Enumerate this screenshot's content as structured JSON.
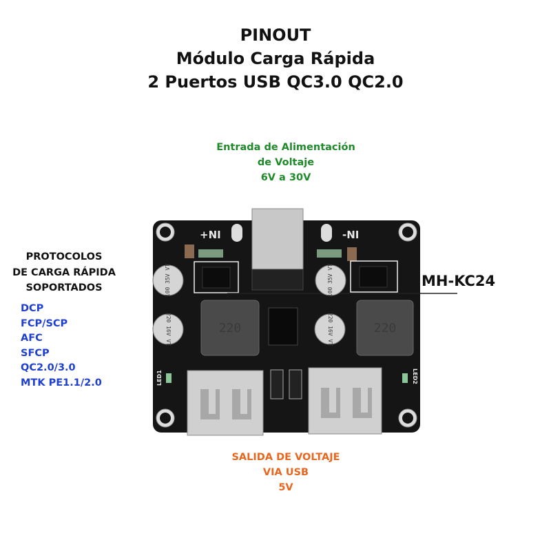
{
  "title": {
    "line1": "PINOUT",
    "line2": "Módulo Carga Rápida",
    "line3": "2 Puertos USB QC3.0 QC2.0"
  },
  "input": {
    "line1": "Entrada de Alimentación",
    "line2": "de Voltaje",
    "line3": "6V a 30V"
  },
  "protocols": {
    "heading": [
      "PROTOCOLOS",
      "DE CARGA RÁPIDA",
      "SOPORTADOS"
    ],
    "items": [
      "DCP",
      "FCP/SCP",
      "AFC",
      "SFCP",
      "QC2.0/3.0",
      "MTK PE1.1/2.0"
    ]
  },
  "output": {
    "line1": "SALIDA DE VOLTAJE",
    "line2": "VIA USB",
    "line3": "5V"
  },
  "chip_label": "MH-KC24",
  "board": {
    "in_plus": "+NI",
    "in_minus": "-NI",
    "inductor_left": "220",
    "inductor_right": "220",
    "cap_220": "220 16V VT",
    "cap_100": "100 35V VT",
    "led1": "LED1",
    "led2": "LED2"
  },
  "colors": {
    "input": "#1f8a2a",
    "protocols": "#1e3fcf",
    "output": "#e8661e",
    "pcb": "#151515"
  }
}
